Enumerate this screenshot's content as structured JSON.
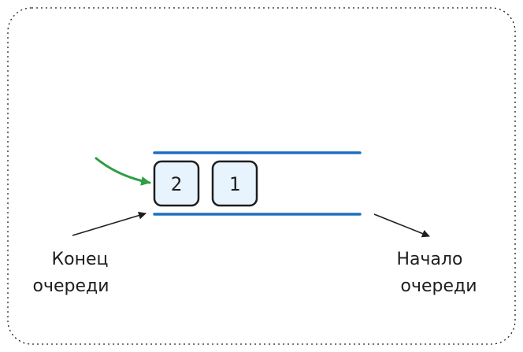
{
  "queue": {
    "items": [
      {
        "label": "2"
      },
      {
        "label": "1"
      }
    ]
  },
  "labels": {
    "tail": [
      "Конец",
      "очереди"
    ],
    "head": [
      "Начало",
      "очереди"
    ]
  },
  "colors": {
    "rail": "#1f6fc1",
    "node_fill": "#e7f3fd",
    "node_stroke": "#1e1e1e",
    "enqueue_arrow": "#2f9e44",
    "pointer_arrow": "#1e1e1e",
    "frame": "#1e1e1e"
  },
  "icons": {
    "enqueue": "arrow-curved-right-icon",
    "tail_pointer": "arrow-up-right-icon",
    "head_pointer": "arrow-down-right-icon"
  }
}
